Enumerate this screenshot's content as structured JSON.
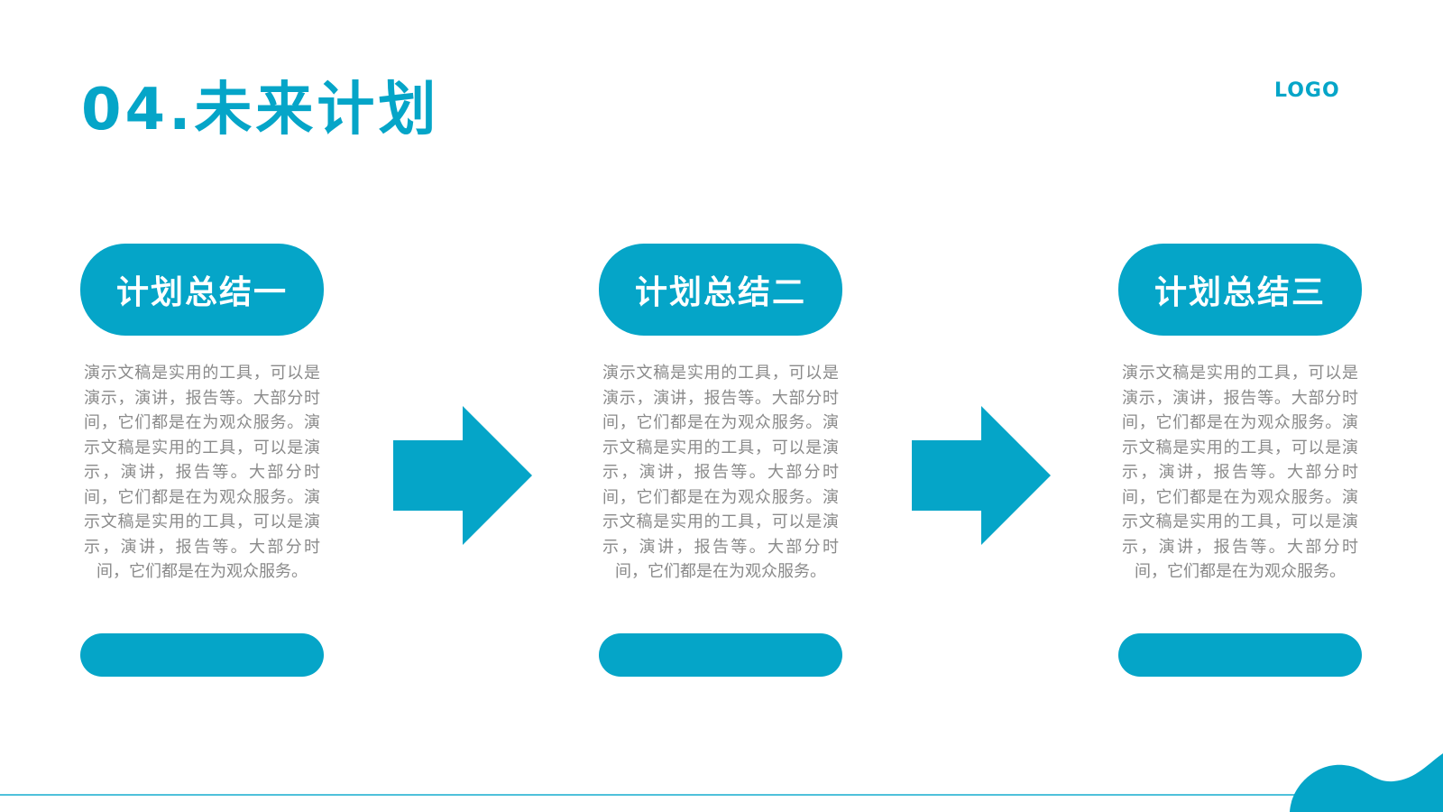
{
  "title": "04.未来计划",
  "logo": "LOGO",
  "colors": {
    "accent": "#05a5c8",
    "text": "#8a8a8a",
    "line": "#4fc1db"
  },
  "cards": [
    {
      "heading": "计划总结一",
      "body": "演示文稿是实用的工具，可以是演示，演讲，报告等。大部分时间，它们都是在为观众服务。演示文稿是实用的工具，可以是演示，演讲，报告等。大部分时间，它们都是在为观众服务。演示文稿是实用的工具，可以是演示，演讲，报告等。大部分时间，它们都是在为观众服务。"
    },
    {
      "heading": "计划总结二",
      "body": "演示文稿是实用的工具，可以是演示，演讲，报告等。大部分时间，它们都是在为观众服务。演示文稿是实用的工具，可以是演示，演讲，报告等。大部分时间，它们都是在为观众服务。演示文稿是实用的工具，可以是演示，演讲，报告等。大部分时间，它们都是在为观众服务。"
    },
    {
      "heading": "计划总结三",
      "body": "演示文稿是实用的工具，可以是演示，演讲，报告等。大部分时间，它们都是在为观众服务。演示文稿是实用的工具，可以是演示，演讲，报告等。大部分时间，它们都是在为观众服务。演示文稿是实用的工具，可以是演示，演讲，报告等。大部分时间，它们都是在为观众服务。"
    }
  ],
  "icons": {
    "arrow": "arrow-right-icon",
    "wave": "wave-decoration"
  }
}
